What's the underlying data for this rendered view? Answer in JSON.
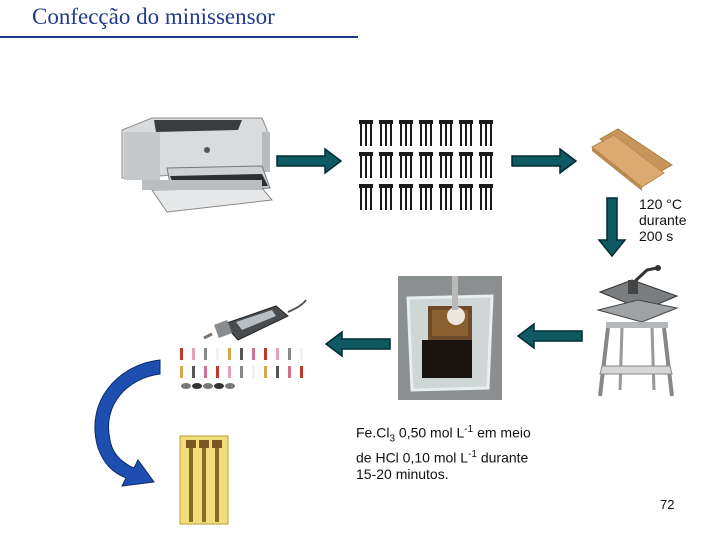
{
  "title": "Confecção do minissensor",
  "heat_step": {
    "lines": [
      "120 °C",
      "durante",
      "200 s"
    ]
  },
  "etch_step": {
    "line1": {
      "a": "Fe.Cl",
      "sub": "3",
      "b": " 0,50 mol L",
      "sup": "-1",
      "c": " em meio"
    },
    "line2": {
      "a": "de HCl 0,10 mol L",
      "sup": "-1",
      "c": " durante"
    },
    "line3": "15-20 minutos."
  },
  "page_number": "72",
  "colors": {
    "title": "#1f3a8a",
    "arrow": "#0d5a63",
    "arrow_edge": "#002a33",
    "curve_arrow": "#1e4fb0"
  },
  "icons": [
    "laser-printer-image",
    "printed-pattern-image",
    "transfer-paper-image",
    "heat-press-image",
    "etching-bath-image",
    "rotary-tool-kit-image",
    "finished-sensor-image"
  ]
}
